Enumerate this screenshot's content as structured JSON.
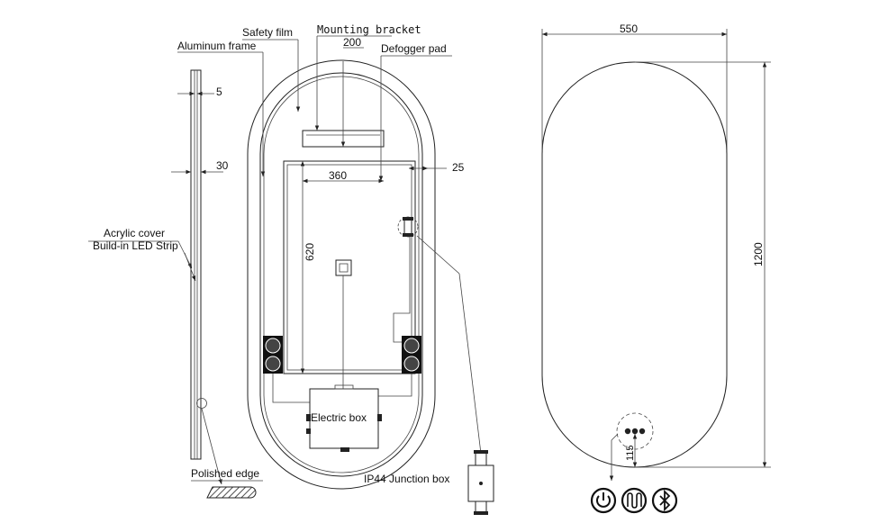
{
  "side_view": {
    "acrylic_cover_label": "Acrylic cover",
    "led_strip_label": "Build-in LED Strip",
    "polished_edge_label": "Polished edge",
    "dim_5": "5",
    "dim_30": "30"
  },
  "back_view": {
    "safety_film_label": "Safety film",
    "aluminum_frame_label": "Aluminum frame",
    "mounting_bracket_label": "Mounting bracket",
    "defogger_pad_label": "Defogger pad",
    "electric_box_label": "Electric box",
    "junction_box_label": "IP44 Junction box",
    "dim_200": "200",
    "dim_360": "360",
    "dim_25": "25",
    "dim_620": "620"
  },
  "front_view": {
    "dim_550": "550",
    "dim_1200": "1200",
    "dim_115": "115",
    "control_icons": [
      "power-icon",
      "defogger-icon",
      "bluetooth-icon"
    ]
  }
}
